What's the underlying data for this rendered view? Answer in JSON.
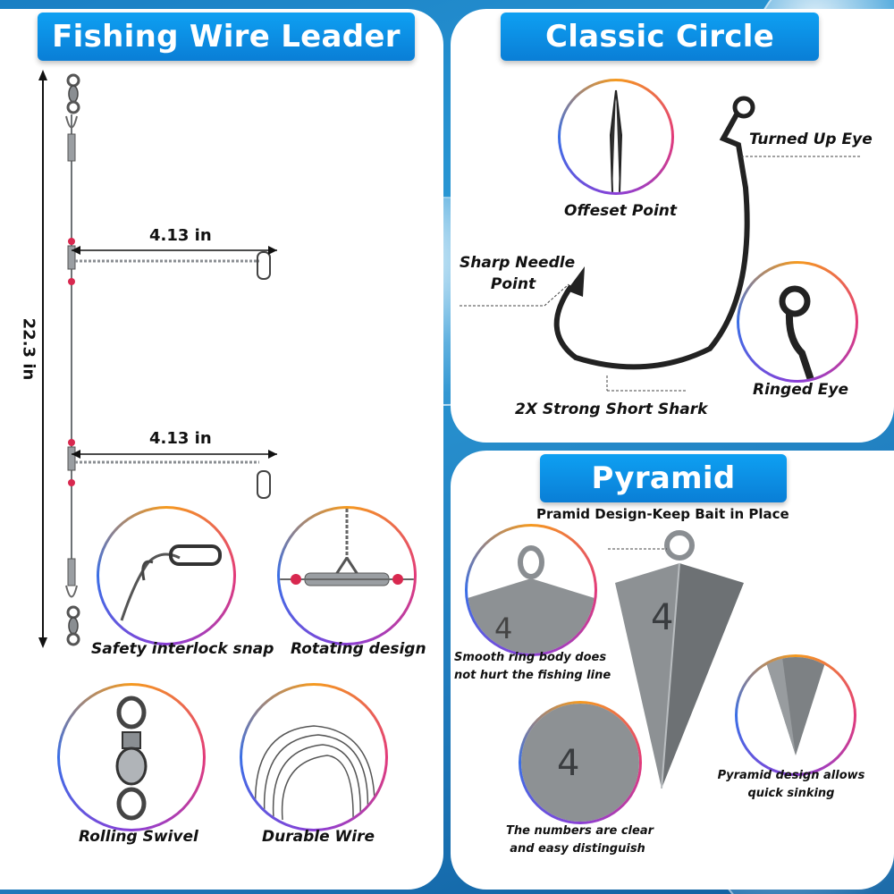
{
  "panels": {
    "leader": {
      "title": "Fishing Wire Leader Rigs",
      "length_label": "22.3 in",
      "branch_label_1": "4.13 in",
      "branch_label_2": "4.13 in",
      "features": [
        {
          "label": "Safety interlock snap",
          "icon": "snap-icon"
        },
        {
          "label": "Rotating design",
          "icon": "rotating-sleeve-icon"
        },
        {
          "label": "Rolling Swivel",
          "icon": "swivel-icon"
        },
        {
          "label": "Durable Wire",
          "icon": "wire-coil-icon"
        }
      ]
    },
    "hooks": {
      "title": "Classic Circle Hooks",
      "callouts": {
        "offset_point": "Offeset Point",
        "turned_up_eye": "Turned Up Eye",
        "needle_point_line1": "Sharp Needle",
        "needle_point_line2": "Point",
        "ringed_eye": "Ringed Eye",
        "shank": "2X Strong Short Shark"
      }
    },
    "sinker": {
      "title": "Pyramid Sinker",
      "subtitle": "Pramid Design-Keep Bait in Place",
      "weight_number": "4",
      "callouts": {
        "ring_line1": "Smooth ring body does",
        "ring_line2": "not hurt the fishing line",
        "numbers_line1": "The numbers are clear",
        "numbers_line2": "and easy distinguish",
        "design_line1": "Pyramid design allows",
        "design_line2": "quick sinking"
      }
    }
  },
  "colors": {
    "title_bg": "#0a8fe6",
    "bead_red": "#d8284f",
    "metal": "#7f8386",
    "ring_gradient": [
      "#f59a1f",
      "#e23a7a",
      "#8a3fd6",
      "#3a6fe6"
    ]
  }
}
